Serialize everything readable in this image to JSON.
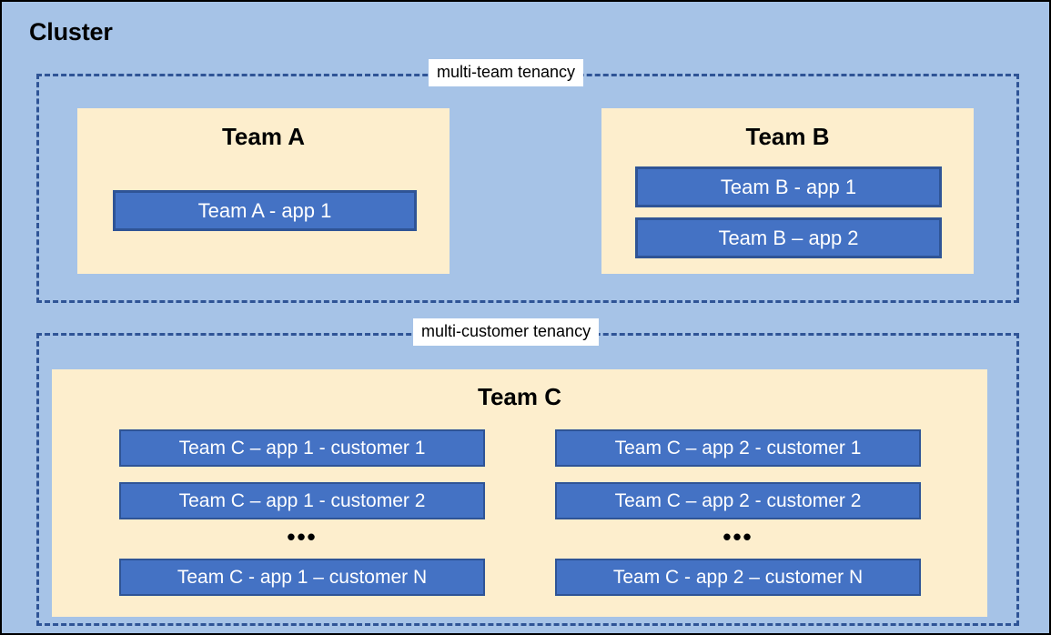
{
  "diagram": {
    "title": "Cluster",
    "background_color": "#a6c3e7",
    "accent_blue": "#4472c4",
    "accent_border": "#2f5496",
    "panel_cream": "#fdeecd",
    "zones": [
      {
        "id": "multi-team",
        "label": "multi-team tenancy"
      },
      {
        "id": "multi-customer",
        "label": "multi-customer tenancy"
      }
    ],
    "teams": {
      "team_a": {
        "heading": "Team A",
        "apps": [
          {
            "label": "Team A - app 1"
          }
        ]
      },
      "team_b": {
        "heading": "Team B",
        "apps": [
          {
            "label": "Team B - app 1"
          },
          {
            "label": "Team B – app 2"
          }
        ]
      },
      "team_c": {
        "heading": "Team C",
        "ellipsis": "•••",
        "app1_column": [
          {
            "label": "Team C – app 1 - customer 1"
          },
          {
            "label": "Team C – app 1 - customer 2"
          },
          {
            "label": "Team C - app 1 – customer N"
          }
        ],
        "app2_column": [
          {
            "label": "Team C – app 2 - customer 1"
          },
          {
            "label": "Team C – app 2 - customer 2"
          },
          {
            "label": "Team C - app 2 – customer N"
          }
        ]
      }
    }
  }
}
